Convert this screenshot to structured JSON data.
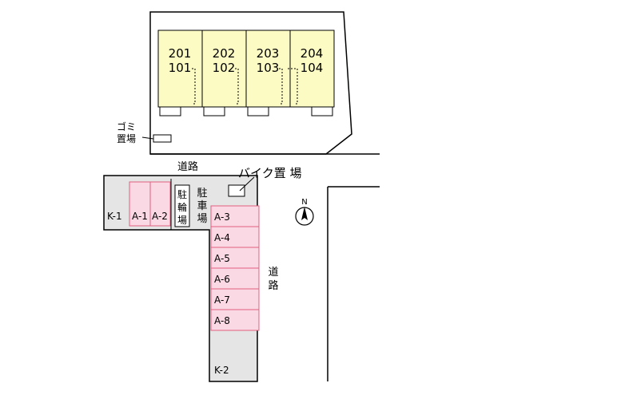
{
  "building": {
    "units": [
      {
        "upper": "201",
        "lower": "101"
      },
      {
        "upper": "202",
        "lower": "102"
      },
      {
        "upper": "203",
        "lower": "103"
      },
      {
        "upper": "204",
        "lower": "104"
      }
    ]
  },
  "labels": {
    "garbage": [
      "ゴミ",
      "置場"
    ],
    "road_top": "道路",
    "bike_parking": "バイク置 場",
    "bicycle_parking": [
      "駐",
      "輪",
      "場"
    ],
    "car_parking": [
      "駐",
      "車",
      "場"
    ],
    "road_right": [
      "道",
      "路"
    ],
    "k1": "K-1",
    "k2": "K-2",
    "north": "N"
  },
  "parking_spaces": {
    "small": [
      "A-1",
      "A-2"
    ],
    "column": [
      "A-3",
      "A-4",
      "A-5",
      "A-6",
      "A-7",
      "A-8"
    ]
  },
  "colors": {
    "unit_fill": "#fdfbc4",
    "parking_fill": "#fbd9e4",
    "parking_stroke": "#e06080",
    "lot_fill": "#e5e5e5"
  }
}
